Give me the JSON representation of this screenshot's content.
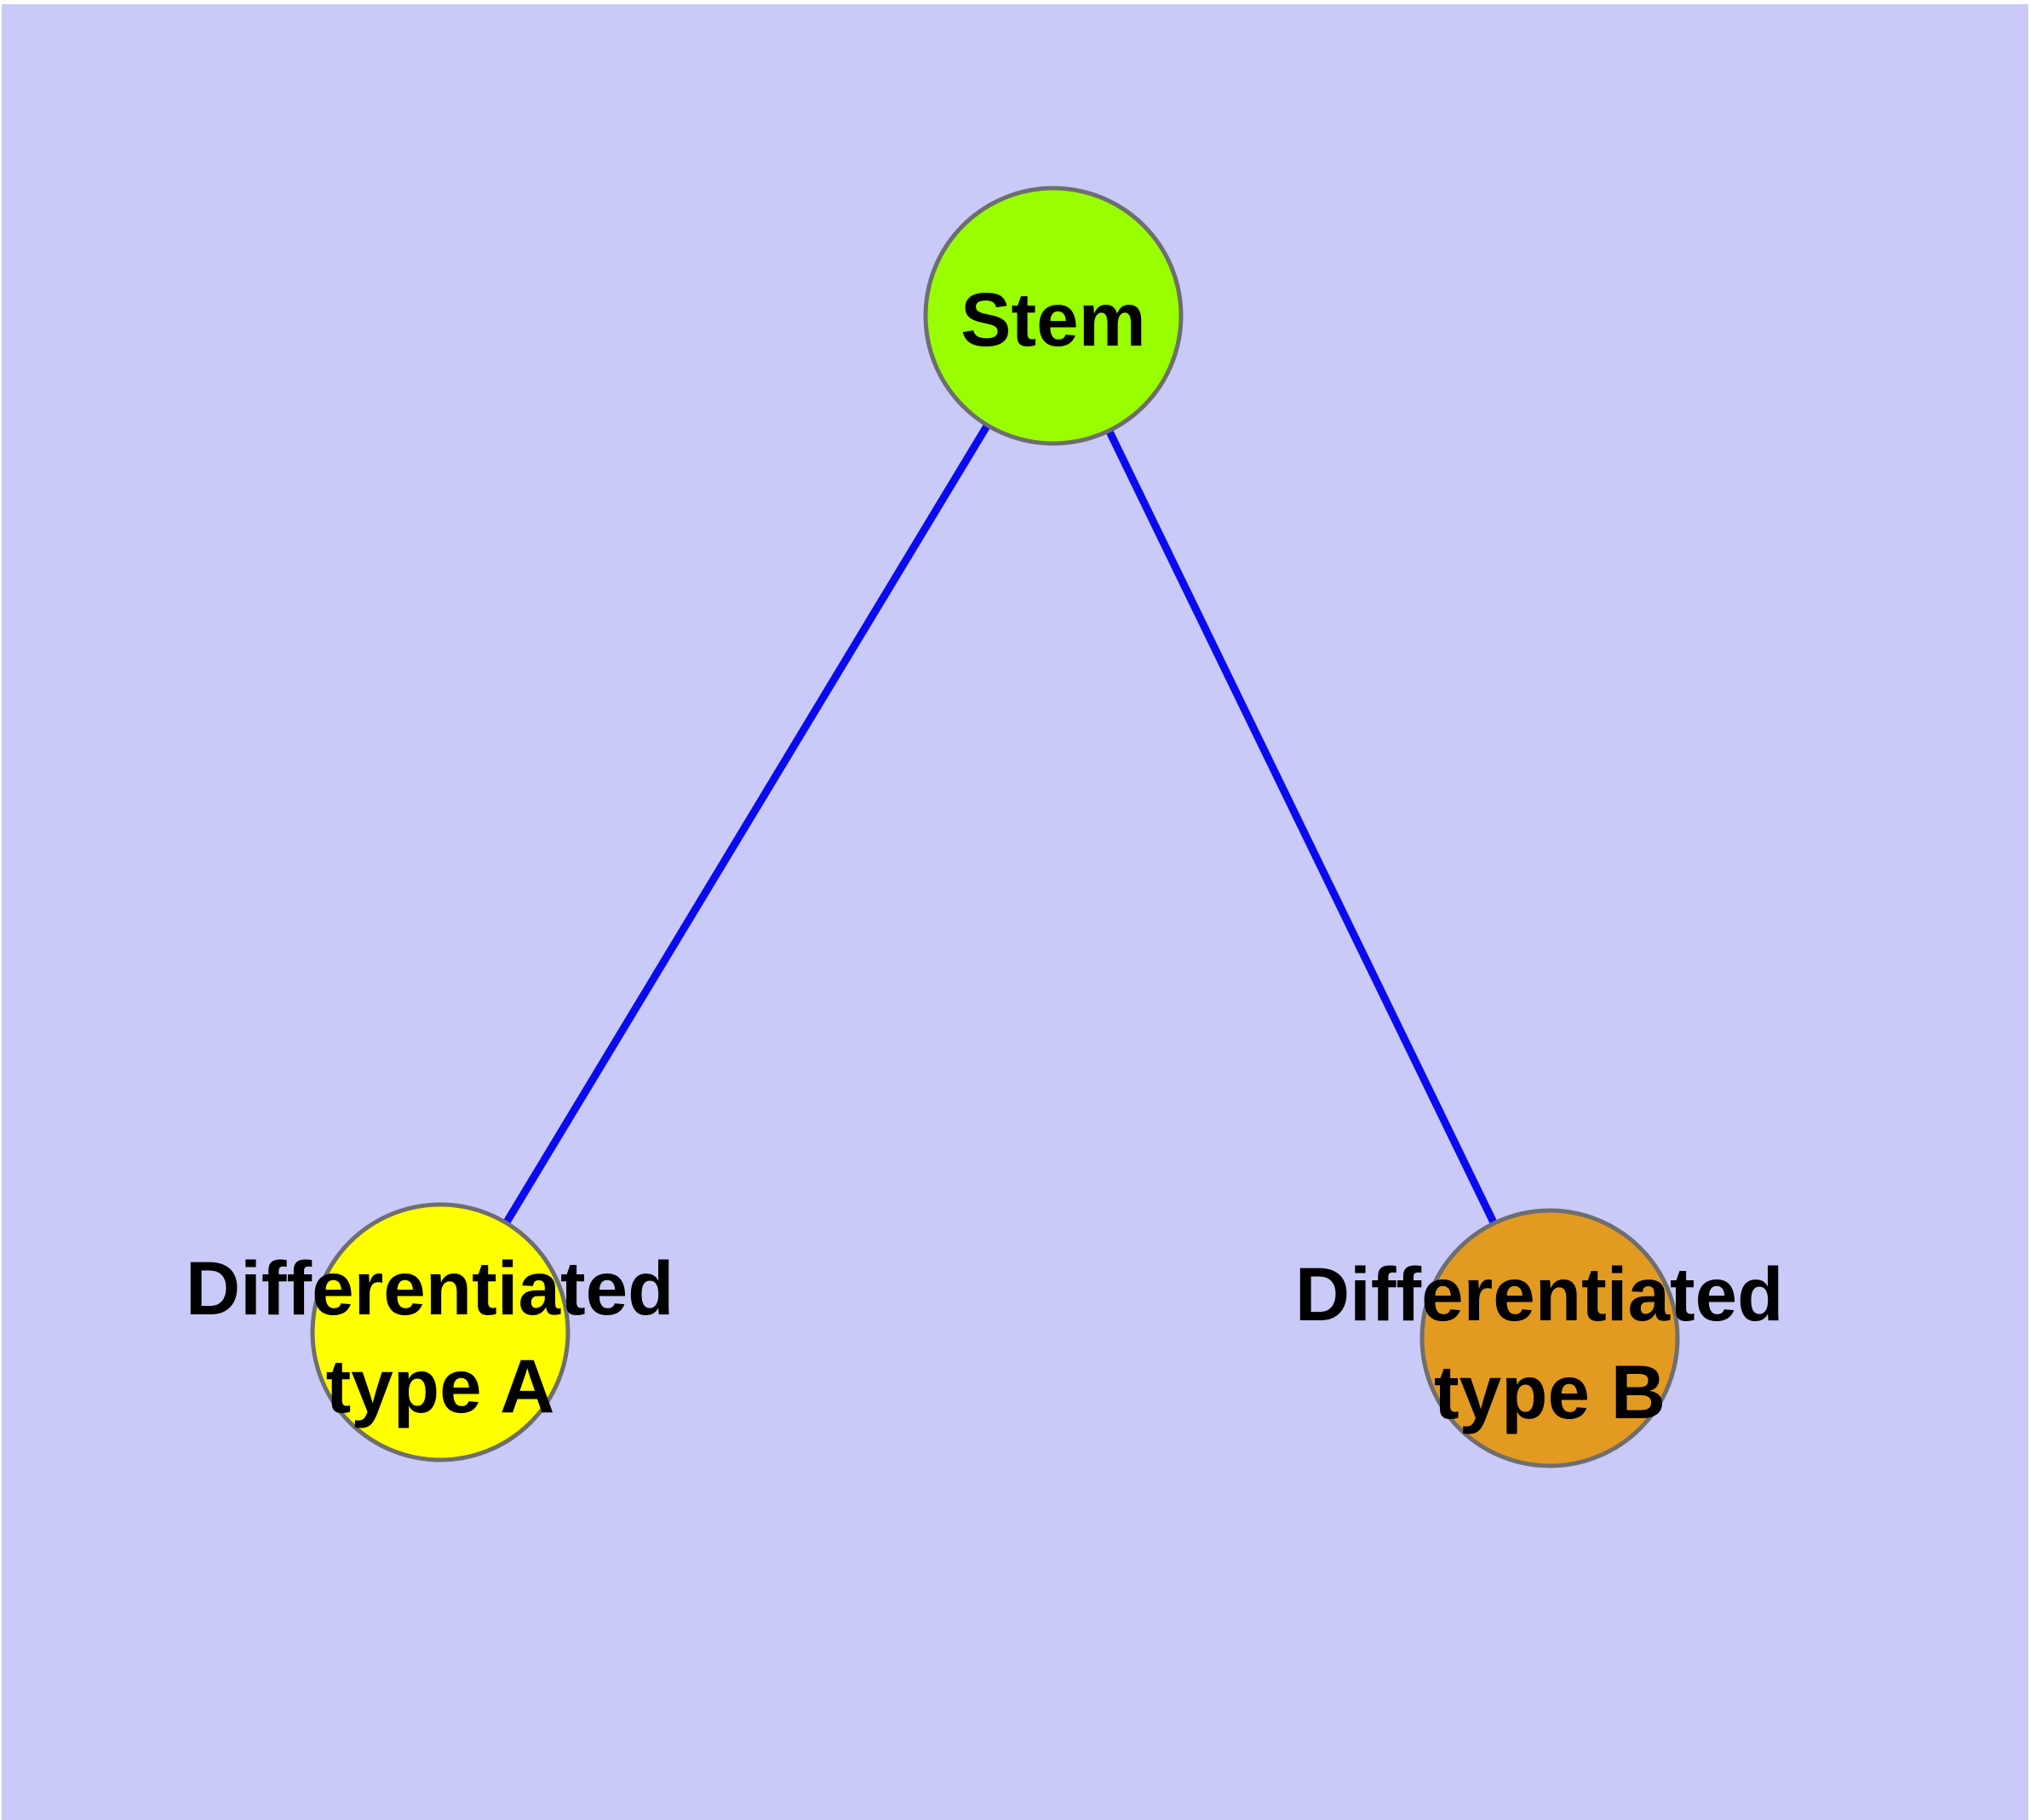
{
  "diagram": {
    "type": "graph",
    "background_color": "#CACAF8",
    "page_margin_color": "#FFFFFF",
    "edge_color": "#0A0AF0",
    "node_border_color": "#6E6E6E",
    "label_color": "#000000",
    "nodes": [
      {
        "id": "stem",
        "label": "Stem",
        "label_lines": [
          "Stem"
        ],
        "fill": "#99FE00"
      },
      {
        "id": "differentiated-type-a",
        "label": "Differentiated type A",
        "label_lines": [
          "Differentiated",
          "type A"
        ],
        "fill": "#FFFF00"
      },
      {
        "id": "differentiated-type-b",
        "label": "Differentiated type B",
        "label_lines": [
          "Differentiated",
          "type B"
        ],
        "fill": "#E29A20"
      }
    ],
    "edges": [
      {
        "from": "Stem",
        "to": "Differentiated type A"
      },
      {
        "from": "Stem",
        "to": "Differentiated type B"
      }
    ]
  }
}
